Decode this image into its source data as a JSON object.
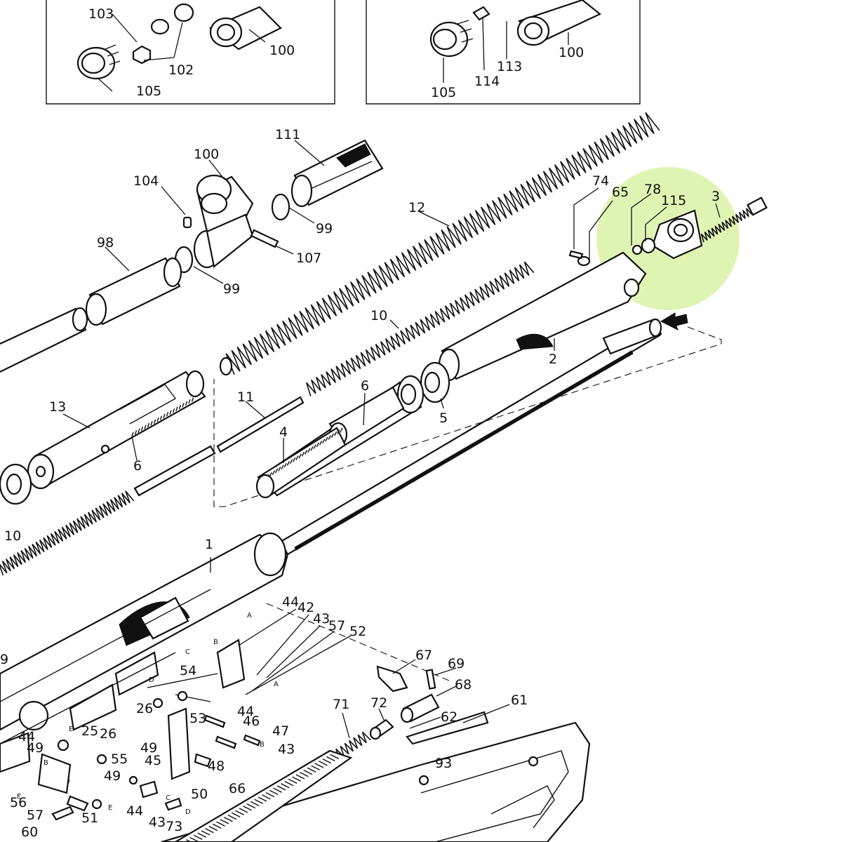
{
  "highlight_color": "#d9f2a6",
  "inset_left": {
    "labels": [
      "103",
      "102",
      "105",
      "100"
    ]
  },
  "inset_right": {
    "labels": [
      "113",
      "100",
      "105",
      "114"
    ]
  },
  "labels": [
    {
      "id": "111",
      "text": "111"
    },
    {
      "id": "100",
      "text": "100"
    },
    {
      "id": "104",
      "text": "104"
    },
    {
      "id": "99a",
      "text": "99"
    },
    {
      "id": "107",
      "text": "107"
    },
    {
      "id": "98",
      "text": "98"
    },
    {
      "id": "99b",
      "text": "99"
    },
    {
      "id": "12",
      "text": "12"
    },
    {
      "id": "74",
      "text": "74"
    },
    {
      "id": "65",
      "text": "65"
    },
    {
      "id": "78",
      "text": "78"
    },
    {
      "id": "115",
      "text": "115"
    },
    {
      "id": "3",
      "text": "3"
    },
    {
      "id": "10a",
      "text": "10"
    },
    {
      "id": "2",
      "text": "2"
    },
    {
      "id": "6a",
      "text": "6"
    },
    {
      "id": "5",
      "text": "5"
    },
    {
      "id": "13",
      "text": "13"
    },
    {
      "id": "11",
      "text": "11"
    },
    {
      "id": "4",
      "text": "4"
    },
    {
      "id": "6b",
      "text": "6"
    },
    {
      "id": "10b",
      "text": "10"
    },
    {
      "id": "1",
      "text": "1"
    },
    {
      "id": "44a",
      "text": "44"
    },
    {
      "id": "42",
      "text": "42"
    },
    {
      "id": "43a",
      "text": "43"
    },
    {
      "id": "57a",
      "text": "57"
    },
    {
      "id": "52",
      "text": "52"
    },
    {
      "id": "67",
      "text": "67"
    },
    {
      "id": "69",
      "text": "69"
    },
    {
      "id": "68",
      "text": "68"
    },
    {
      "id": "61",
      "text": "61"
    },
    {
      "id": "62",
      "text": "62"
    },
    {
      "id": "71",
      "text": "71"
    },
    {
      "id": "72",
      "text": "72"
    },
    {
      "id": "9",
      "text": "9"
    },
    {
      "id": "54",
      "text": "54"
    },
    {
      "id": "26a",
      "text": "26"
    },
    {
      "id": "53",
      "text": "53"
    },
    {
      "id": "44b",
      "text": "44"
    },
    {
      "id": "46",
      "text": "46"
    },
    {
      "id": "47",
      "text": "47"
    },
    {
      "id": "43b",
      "text": "43"
    },
    {
      "id": "25",
      "text": "25"
    },
    {
      "id": "26b",
      "text": "26"
    },
    {
      "id": "44c",
      "text": "44"
    },
    {
      "id": "49a",
      "text": "49"
    },
    {
      "id": "49b",
      "text": "49"
    },
    {
      "id": "45",
      "text": "45"
    },
    {
      "id": "48",
      "text": "48"
    },
    {
      "id": "55",
      "text": "55"
    },
    {
      "id": "49c",
      "text": "49"
    },
    {
      "id": "93",
      "text": "93"
    },
    {
      "id": "66",
      "text": "66"
    },
    {
      "id": "50",
      "text": "50"
    },
    {
      "id": "56",
      "text": "56"
    },
    {
      "id": "57b",
      "text": "57"
    },
    {
      "id": "51",
      "text": "51"
    },
    {
      "id": "44d",
      "text": "44"
    },
    {
      "id": "43c",
      "text": "43"
    },
    {
      "id": "73",
      "text": "73"
    },
    {
      "id": "60",
      "text": "60"
    }
  ],
  "letters": [
    "A",
    "B",
    "C",
    "D",
    "E",
    "A",
    "B",
    "C",
    "D",
    "E",
    "E",
    "B"
  ]
}
